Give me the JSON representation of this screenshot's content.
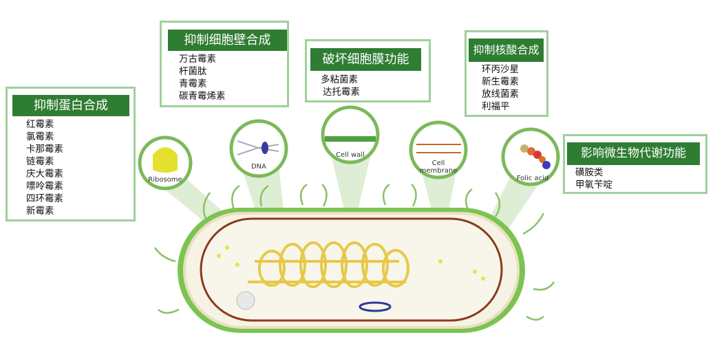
{
  "groups": [
    {
      "title": "抑制蛋白合成",
      "items": [
        "红霉素",
        "氯霉素",
        "卡那霉素",
        "链霉素",
        "庆大霉素",
        "嘌呤霉素",
        "四环霉素",
        "新霉素"
      ]
    },
    {
      "title": "抑制细胞壁合成",
      "items": [
        "万古霉素",
        "杆菌肽",
        "青霉素",
        "碳青霉烯素"
      ]
    },
    {
      "title": "破坏细胞膜功能",
      "items": [
        "多粘菌素",
        "达托霉素"
      ]
    },
    {
      "title": "抑制核酸合成",
      "items": [
        "环丙沙星",
        "新生霉素",
        "放线菌素",
        "利福平"
      ]
    },
    {
      "title": "影响微生物代谢功能",
      "items": [
        "磺胺类",
        "甲氧苄啶"
      ]
    }
  ],
  "targets": {
    "ribosome": "Ribosome",
    "dna": "DNA",
    "cell_wall": "Cell wall",
    "cell_membrane_1": "Cell",
    "cell_membrane_2": "membrane",
    "folic_acid": "Folic acid"
  },
  "colors": {
    "header": "#2f7d32",
    "border": "#9fd09a"
  }
}
